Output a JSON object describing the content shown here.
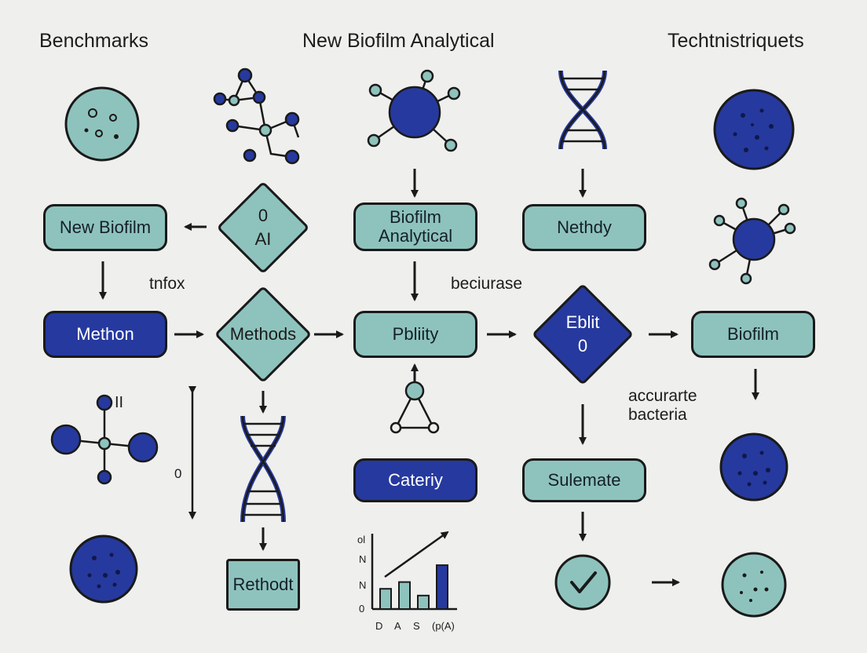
{
  "titles": {
    "left": "Benchmarks",
    "center": "New Biofilm Analytical",
    "right": "Techtnistriquets"
  },
  "nodes": {
    "new_biofilm": "New Biofilm",
    "biofilm_analytical": "Biofilm\nAnalytical",
    "nethdy": "Nethdy",
    "methon": "Methon",
    "pbliity": "Pbliity",
    "biofilm": "Biofilm",
    "cateriy": "Cateriy",
    "sulemate": "Sulemate",
    "rethodt": "Rethodt"
  },
  "diamonds": {
    "ai": "0\nAI",
    "methods": "Methods",
    "eblit": "Eblit\n0"
  },
  "labels": {
    "tnfox": "tnfox",
    "beciurase": "beciurase",
    "accurate_bacteria": "accurarte\nbacteria",
    "zero_left": "0",
    "molecule_text": "II"
  },
  "mini_chart": {
    "y_labels": [
      "ol",
      "N",
      "N",
      "0"
    ],
    "x_labels": [
      "D",
      "A",
      "S",
      "(p(A)"
    ]
  },
  "chart_data": {
    "type": "bar",
    "categories": [
      "D",
      "A",
      "S",
      "(p(A)"
    ],
    "values": [
      30,
      40,
      20,
      65
    ],
    "ylim": [
      0,
      100
    ],
    "title": "",
    "xlabel": "",
    "ylabel": ""
  },
  "colors": {
    "teal": "#8ec3bd",
    "navy": "#26399e",
    "outline": "#1a1a1a",
    "background": "#efefed"
  },
  "icons": [
    "bacterium-icon",
    "molecule-network-icon",
    "molecule-icon",
    "dna-icon",
    "triangle-molecule-icon",
    "check-icon"
  ]
}
